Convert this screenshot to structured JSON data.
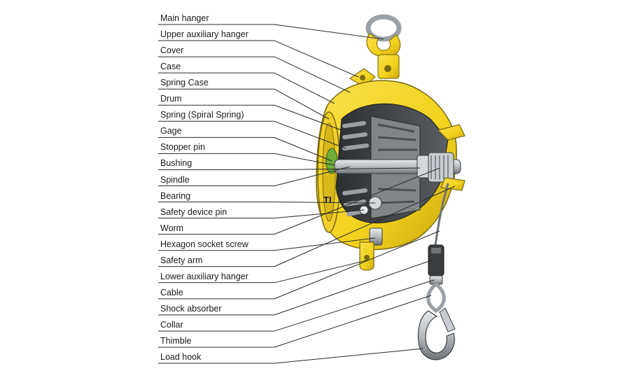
{
  "labels": [
    "Main hanger",
    "Upper auxiliary hanger",
    "Cover",
    "Case",
    "Spring Case",
    "Drum",
    "Spring (Spiral Spring)",
    "Gage",
    "Stopper pin",
    "Bushing",
    "Spindle",
    "Bearing",
    "Safety device pin",
    "Worm",
    "Hexagon socket screw",
    "Safety arm",
    "Lower auxiliary hanger",
    "Cable",
    "Shock absorber",
    "Collar",
    "Thimble",
    "Load hook"
  ],
  "case_logo": "TI",
  "colors": {
    "body": "#f2d21c",
    "body_shadow": "#c9a80e",
    "metal": "#b8bcc0",
    "metal_dark": "#6e7378",
    "interior": "#3a3d40",
    "gage": "#6fae3a",
    "line": "#2a2a2a"
  }
}
